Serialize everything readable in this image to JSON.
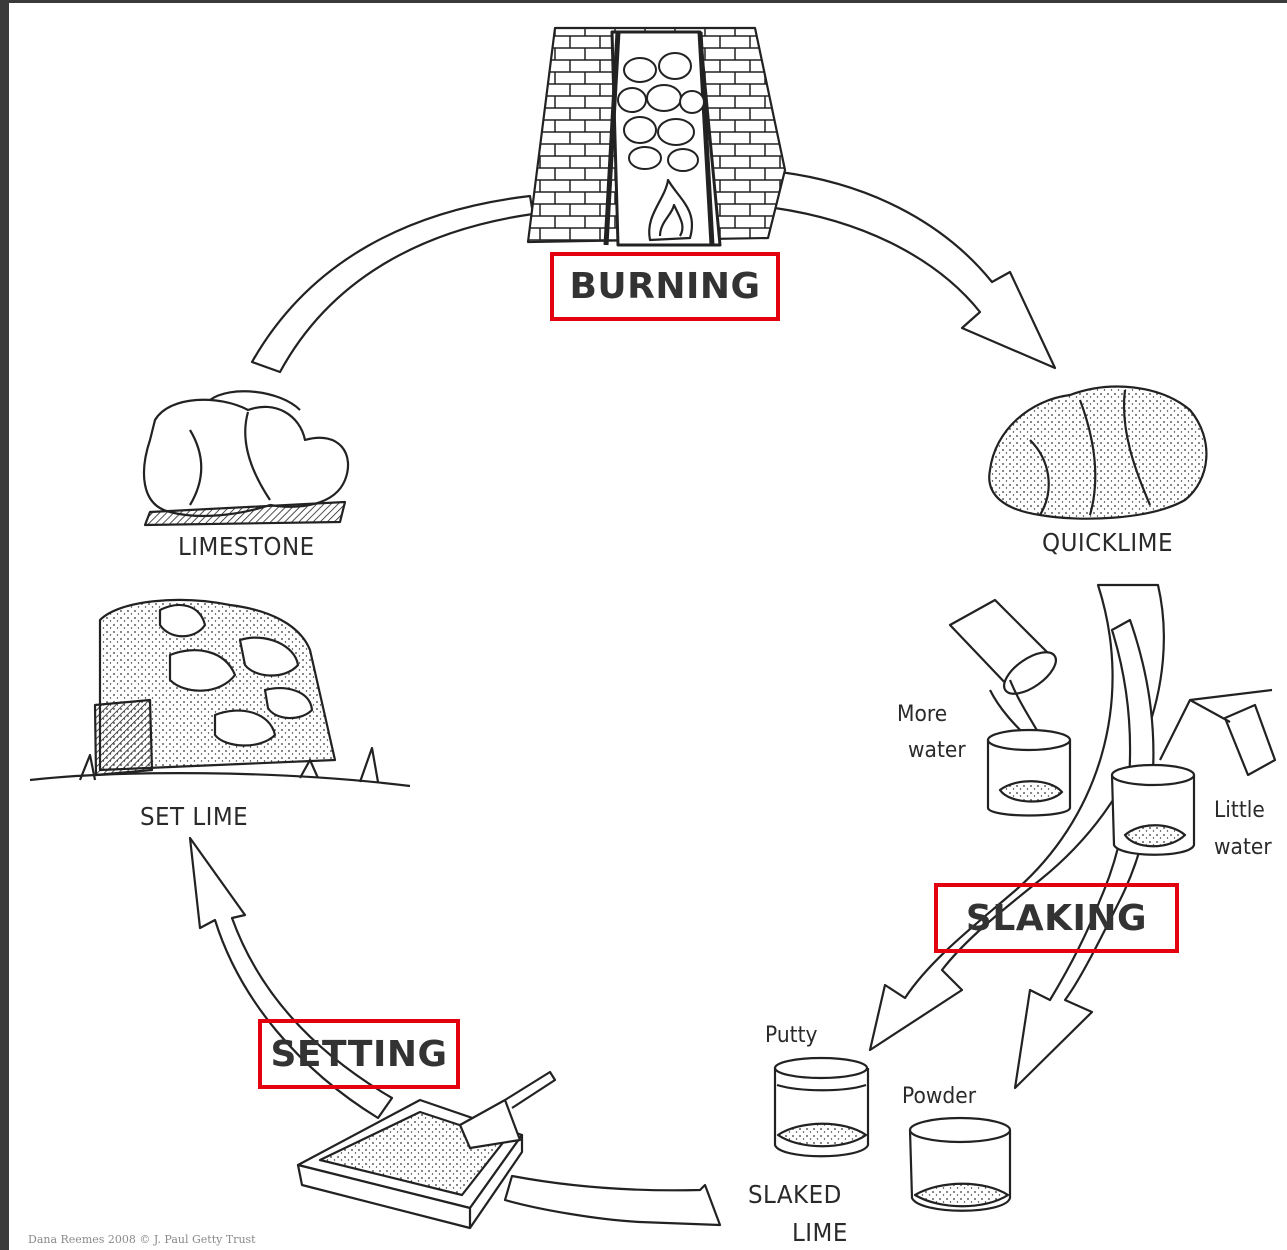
{
  "stages": {
    "burning": "BURNING",
    "slaking": "SLAKING",
    "setting": "SETTING"
  },
  "materials": {
    "limestone": "LIMESTONE",
    "quicklime": "QUICKLIME",
    "set_lime": "SET LIME",
    "slaked_lime_line1": "SLAKED",
    "slaked_lime_line2": "LIME"
  },
  "slaking_notes": {
    "more_water_line1": "More",
    "more_water_line2": "water",
    "little_water_line1": "Little",
    "little_water_line2": "water",
    "putty": "Putty",
    "powder": "Powder"
  },
  "credit": "Dana Reemes 2008 © J. Paul Getty Trust",
  "colors": {
    "highlight_box": "#e3000f",
    "ink": "#2a2a2a"
  }
}
